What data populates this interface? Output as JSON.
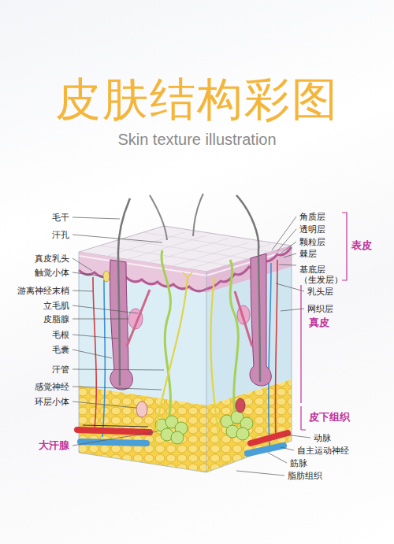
{
  "diagram": {
    "title": "皮肤结构彩图",
    "caption": "Skin texture illustration",
    "labels": [
      "毛干",
      "汗孔",
      "真皮乳头",
      "触觉小体",
      "游离神经末梢",
      "立毛肌",
      "皮脂腺",
      "毛根",
      "毛囊",
      "汗管",
      "感觉神经",
      "环层小体",
      "大汗腺",
      "角质层",
      "透明层",
      "颗粒层",
      "棘层",
      "基底层 （生发层）",
      "表皮",
      "乳头层",
      "网织层",
      "真皮",
      "皮下组织",
      "动脉",
      "自主运动神经",
      "筋脉",
      "脂肪组织"
    ]
  }
}
